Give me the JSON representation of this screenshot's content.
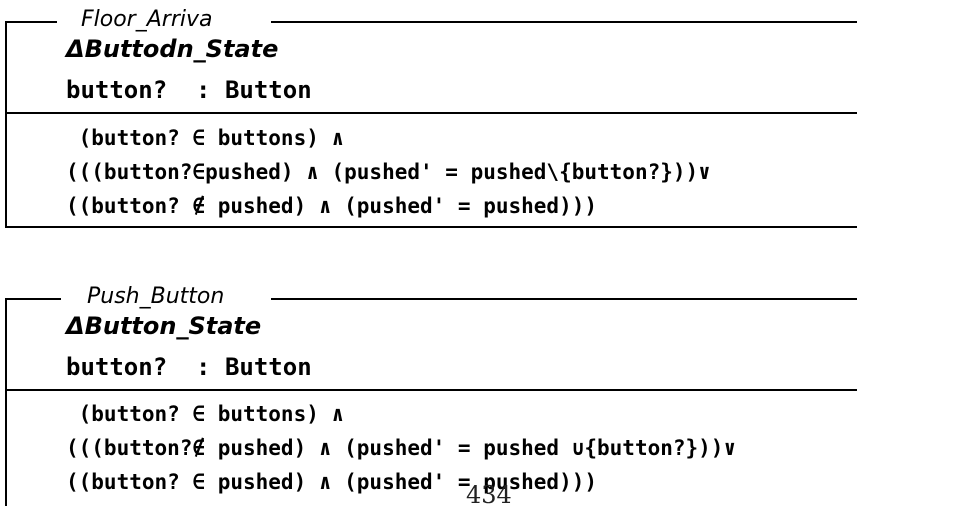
{
  "schemas": [
    {
      "title": "Floor_Arriva",
      "delta": "ΔButtodn_State",
      "declaration": "button?  : Button",
      "predicates": [
        " (button? ∈ buttons) ∧",
        "(((button?∈pushed) ∧ (pushed' = pushed\\{button?}))∨",
        "((button? ∉ pushed) ∧ (pushed' = pushed)))"
      ]
    },
    {
      "title": "Push_Button",
      "delta": "ΔButton_State",
      "declaration": "button?  : Button",
      "predicates": [
        " (button? ∈ buttons) ∧",
        "(((button?∉ pushed) ∧ (pushed' = pushed ∪{button?}))∨",
        "((button? ∈ pushed) ∧ (pushed' = pushed)))"
      ]
    }
  ],
  "page_number": "434"
}
